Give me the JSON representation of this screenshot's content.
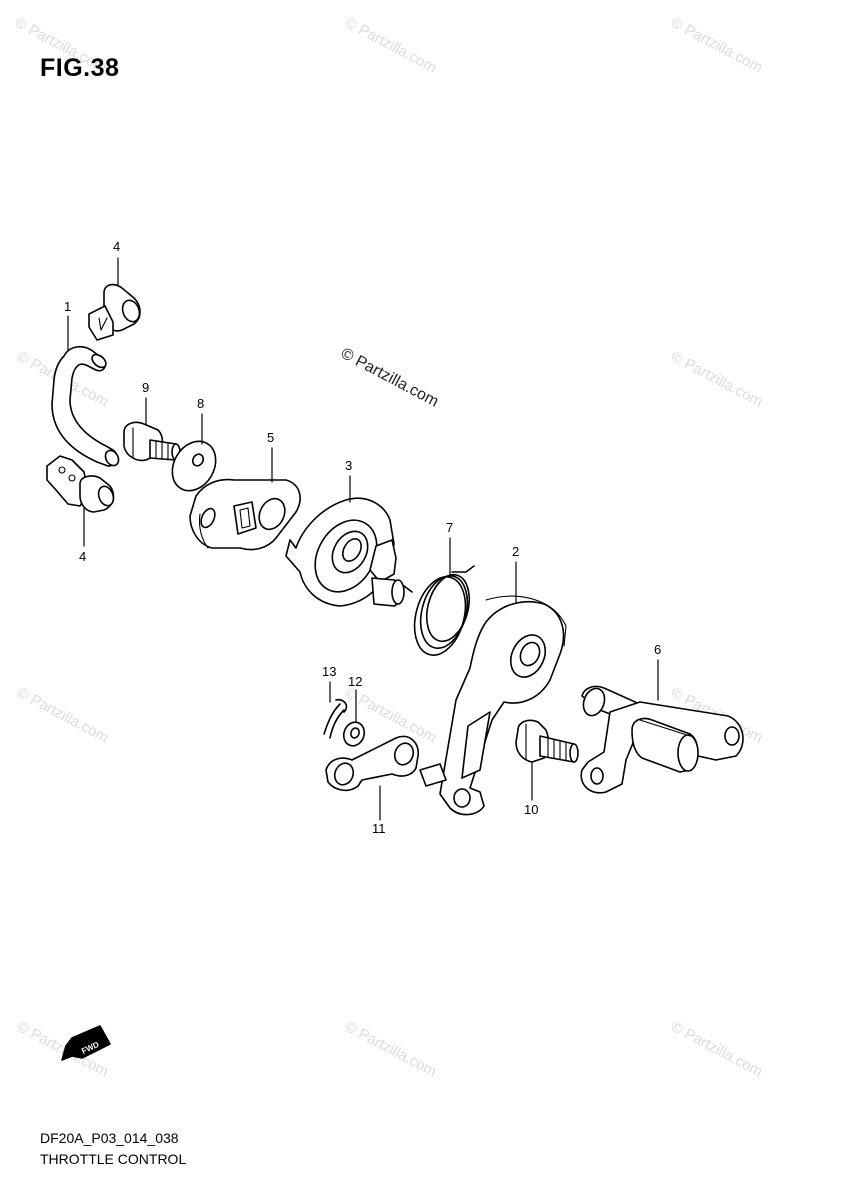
{
  "figure_label": "FIG.38",
  "drawing_code": "DF20A_P03_014_038",
  "drawing_title": "THROTTLE CONTROL",
  "center_watermark": "© Partzilla.com",
  "background_watermark": "© Partzilla.com",
  "fwd_label": "FWD",
  "callouts": {
    "c1": "1",
    "c2": "2",
    "c3": "3",
    "c4a": "4",
    "c4b": "4",
    "c5": "5",
    "c6": "6",
    "c7": "7",
    "c8": "8",
    "c9": "9",
    "c10": "10",
    "c11": "11",
    "c12": "12",
    "c13": "13"
  },
  "colors": {
    "line": "#000000",
    "background": "#ffffff",
    "watermark": "#dcdcdc"
  }
}
